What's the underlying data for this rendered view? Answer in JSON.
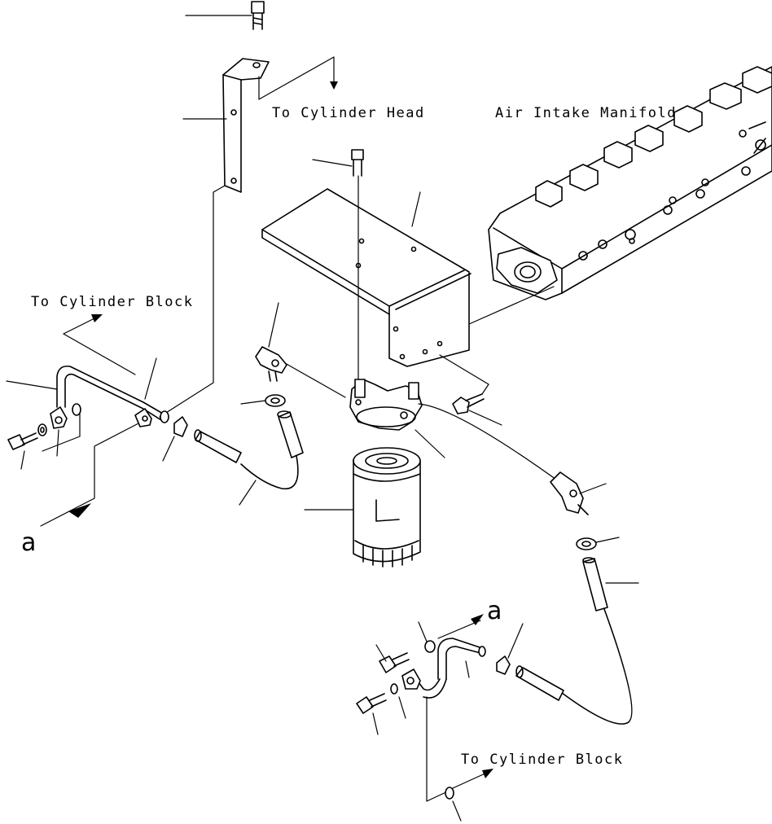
{
  "labels": {
    "to_cylinder_head": "To Cylinder Head",
    "air_intake_manifold": "Air Intake Manifold",
    "to_cylinder_block_left": "To Cylinder Block",
    "to_cylinder_block_right": "To Cylinder Block",
    "connector_a_left": "a",
    "connector_a_right": "a"
  }
}
